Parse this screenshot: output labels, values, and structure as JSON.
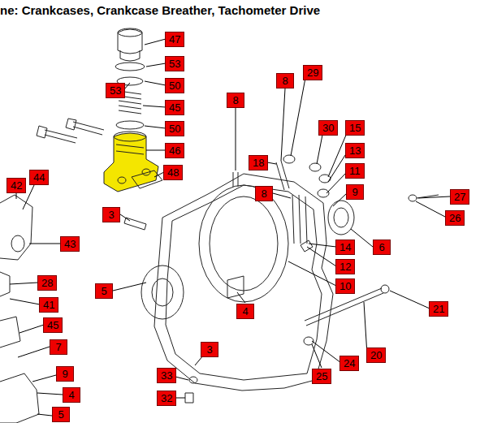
{
  "diagram": {
    "title": "ne: Crankcases, Crankcase Breather, Tachometer Drive",
    "nodes": [
      {
        "text": [
          "47"
        ]
      },
      {
        "text": [
          "53"
        ]
      },
      {
        "text": [
          "53"
        ]
      },
      {
        "text": [
          "50"
        ]
      },
      {
        "text": [
          "45"
        ]
      },
      {
        "text": [
          "50"
        ]
      },
      {
        "text": [
          "46"
        ]
      },
      {
        "text": [
          "48"
        ]
      },
      {
        "text": [
          "8"
        ]
      },
      {
        "text": [
          "8"
        ]
      },
      {
        "text": [
          "29"
        ]
      },
      {
        "text": [
          "30"
        ]
      },
      {
        "text": [
          "15"
        ]
      },
      {
        "text": [
          "18"
        ]
      },
      {
        "text": [
          "13"
        ]
      },
      {
        "text": [
          "8"
        ]
      },
      {
        "text": [
          "11"
        ]
      },
      {
        "text": [
          "9"
        ]
      },
      {
        "text": [
          "42"
        ]
      },
      {
        "text": [
          "44"
        ]
      },
      {
        "text": [
          "3"
        ]
      },
      {
        "text": [
          "27"
        ]
      },
      {
        "text": [
          "26"
        ]
      },
      {
        "text": [
          "43"
        ]
      },
      {
        "text": [
          "14"
        ]
      },
      {
        "text": [
          "6"
        ]
      },
      {
        "text": [
          "12"
        ]
      },
      {
        "text": [
          "28"
        ]
      },
      {
        "text": [
          "10"
        ]
      },
      {
        "text": [
          "5"
        ]
      },
      {
        "text": [
          "4"
        ]
      },
      {
        "text": [
          "41"
        ]
      },
      {
        "text": [
          "21"
        ]
      },
      {
        "text": [
          "45"
        ]
      },
      {
        "text": [
          "7"
        ]
      },
      {
        "text": [
          "3"
        ]
      },
      {
        "text": [
          "20"
        ]
      },
      {
        "text": [
          "24"
        ]
      },
      {
        "text": [
          "9"
        ]
      },
      {
        "text": [
          "33"
        ]
      },
      {
        "text": [
          "25"
        ]
      },
      {
        "text": [
          "4"
        ]
      },
      {
        "text": [
          "32"
        ]
      },
      {
        "text": [
          "5"
        ]
      }
    ]
  }
}
